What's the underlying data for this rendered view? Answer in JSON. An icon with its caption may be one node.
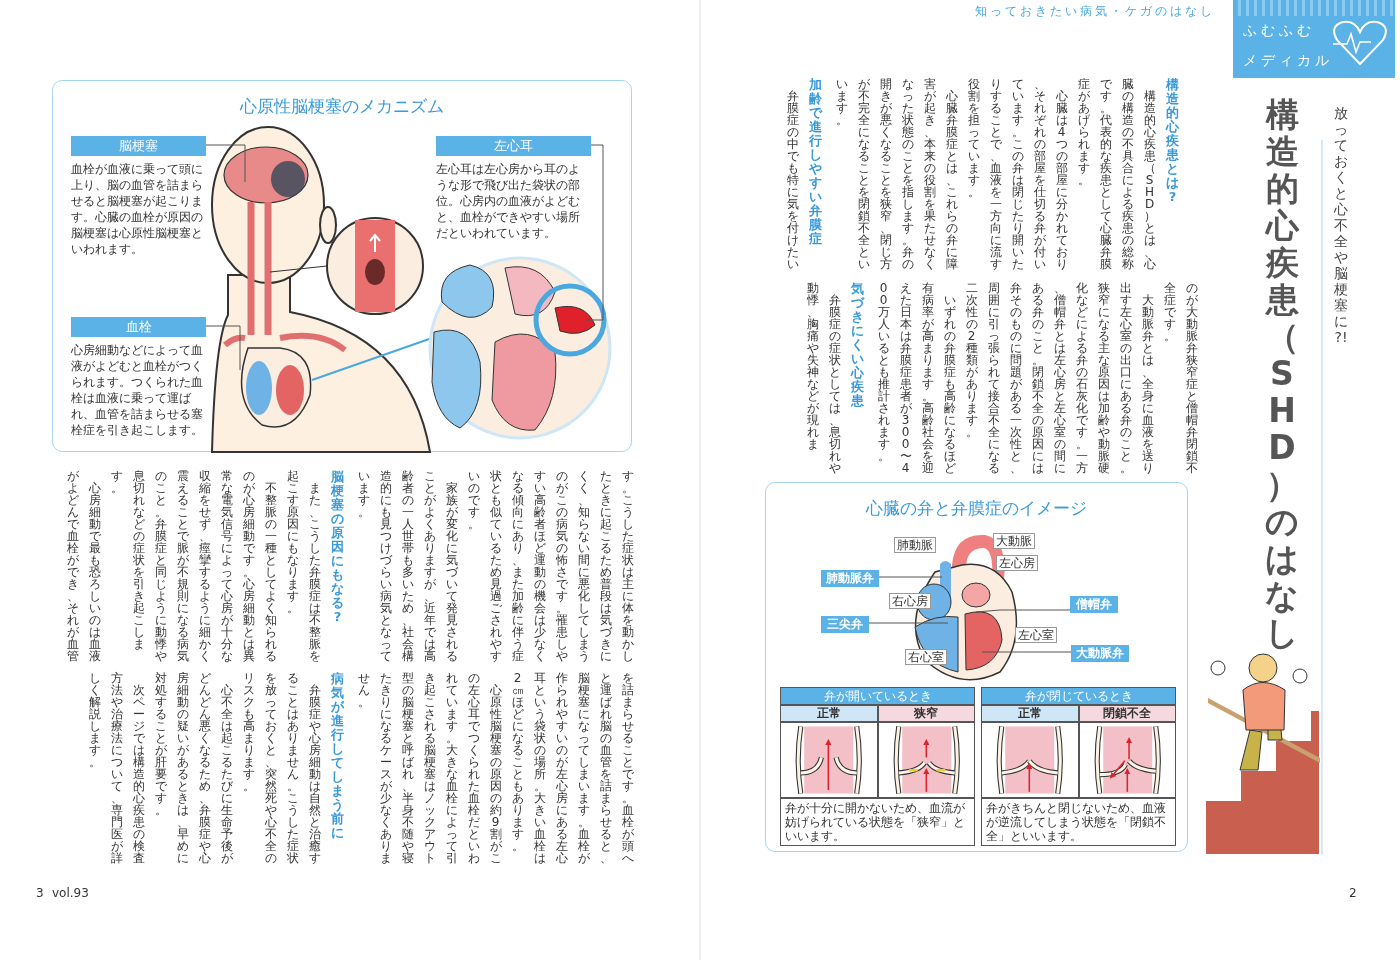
{
  "diagram": {
    "title": "構造的心疾患（SHD）のはなし",
    "nodes": [
      {
        "text": [
          "心原性脳梗塞のメカニズム"
        ]
      },
      {
        "text": [
          "脳梗塞",
          "血栓が血液に乗って頭に上り、脳の血管を詰まらせると脳梗塞が起こります。心臓の血栓が原因の脳梗塞は心原性脳梗塞といわれます。"
        ],
        "in": 0
      },
      {
        "text": [
          "左心耳",
          "左心耳は左心房から耳のような形で飛び出た袋状の部位。心房内の血液がよどむと、血栓ができやすい場所だといわれています。"
        ],
        "in": 0
      },
      {
        "text": [
          "血栓",
          "心房細動などによって血液がよどむと血栓がつくられます。つくられた血栓は血液に乗って運ばれ、血管を詰まらせる塞栓症を引き起こします。"
        ],
        "in": 0
      },
      {
        "text": [
          "心臓の弁と弁膜症のイメージ"
        ]
      },
      {
        "text": [
          "肺動脈"
        ],
        "in": 4
      },
      {
        "text": [
          "大動脈"
        ],
        "in": 4
      },
      {
        "text": [
          "肺動脈弁"
        ],
        "in": 4
      },
      {
        "text": [
          "左心房"
        ],
        "in": 4
      },
      {
        "text": [
          "僧帽弁"
        ],
        "in": 4
      },
      {
        "text": [
          "右心房"
        ],
        "in": 4
      },
      {
        "text": [
          "三尖弁"
        ],
        "in": 4
      },
      {
        "text": [
          "左心室"
        ],
        "in": 4
      },
      {
        "text": [
          "右心室"
        ],
        "in": 4
      },
      {
        "text": [
          "大動脈弁"
        ],
        "in": 4
      },
      {
        "text": [
          "ふむふむ",
          "メディカル"
        ]
      }
    ],
    "edges": [
      {
        "from": 1,
        "to": null,
        "arrow": "none"
      },
      {
        "from": 2,
        "to": null,
        "arrow": "none"
      },
      {
        "from": 3,
        "to": null,
        "arrow": "none"
      },
      {
        "from": 7,
        "to": null,
        "arrow": "none"
      },
      {
        "from": 11,
        "to": null,
        "arrow": "none"
      },
      {
        "from": 9,
        "to": null,
        "arrow": "none"
      },
      {
        "from": 14,
        "to": null,
        "arrow": "none"
      }
    ],
    "labels": [
      "知っておきたい病気・ケガのはなし",
      "放っておくと心不全や脳梗塞に!?",
      "構造的心疾患とは?",
      "構造的心疾患（SHD）とは、心臓の構造の不具合による疾患の総称です。代表的な疾患として心臓弁膜症があげられます。",
      "心臓は4つの部屋に分かれており、それぞれの部屋を仕切る弁が付いています。この弁は閉じたり開いたりすることで、血液を一方向に流す役割を担っています。",
      "心臓弁膜症とは、これらの弁に障害が起き、本来の役割を果たせなくなった状態のことを指します。弁の開きが悪くなることを狭窄、閉じ方が不完全になることを閉鎖不全といいます。",
      "加齢で進行しやすい弁膜症",
      "弁膜症の中でも特に気を付けたい",
      "のが大動脈弁狭窄症と僧帽弁閉鎖不全症です。",
      "大動脈弁とは、全身に血液を送り出す左心室の出口にある弁のこと。狭窄になる主な原因は加齢や動脈硬化などによる弁の石灰化です。一方、僧帽弁とは左心房と左心室の間にある弁のこと。閉鎖不全の原因には弁そのものに問題がある一次性と、周囲に引っ張られて接合不全になる二次性の2種類があります。",
      "いずれの弁膜症も高齢になるほど有病率が高まります。高齢社会を迎えた日本は弁膜症患者が300〜400万人いるとも推計されます。",
      "気づきにくい心疾患",
      "弁膜症の症状としては、息切れや動悸、胸痛や失神などが現れま",
      "す。こうした症状は主に体を動かしたときに起こるため普段は気づきにくく、知らない間に悪化してしまうのがこの病気の怖さです。罹患しやすい高齢者ほど運動の機会は少なくなる傾向にあり、また加齢に伴う症状とも似ているため見過ごされやすいのです。",
      "家族が変化に気づいて発見されることがよくありますが、近年では高齢者の一人世帯も多いため、社会構造的にも見つけづらい病気となっています。",
      "脳梗塞の原因にもなる?",
      "また、こうした弁膜症は不整脈を起こす原因にもなります。",
      "不整脈の一種としてよく知られるのが心房細動です。心房細動とは異常な電気信号によって心房が十分な収縮をせず、痙攣するように細かく震えることで脈が不規則になる病気のこと。弁膜症と同じように動悸や息切れなどの症状を引き起こします。",
      "心房細動で最も恐ろしいのは血液がよどんで血栓ができ、それが血管",
      "を詰まらせることです。血栓が頭へと運ばれ脳の血管を詰まらせると、脳梗塞になってしまいます。血栓が作られやすいのが左心房にある左心耳という袋状の場所。大きい血栓は2㎝ほどになることもあります。",
      "心原性脳梗塞の原因の約9割がこの左心耳でつくられた血栓だといわれています。大きな血栓によって引き起こされる脳梗塞はノックアウト型の脳梗塞と呼ばれ、半身不随や寝たきりになるケースが少なくありません。",
      "病気が進行してしまう前に",
      "弁膜症や心房細動は自然と治癒することはありません。こうした症状を放っておくと、突然死や心不全のリスクも高まります。",
      "心不全は起こるたびに生命予後がどんどん悪くなるため、弁膜症や心房細動の疑いがあるときは、早めに対処することが肝要です。",
      "次ページでは構造的心疾患の検査方法や治療法について、専門医が詳しく解説します。",
      "弁が開いているとき",
      "正常",
      "狭窄",
      "弁が十分に開かないため、血流が妨げられている状態を「狭窄」といいます。",
      "弁が閉じているとき",
      "正常",
      "閉鎖不全",
      "弁がきちんと閉じないため、血液が逆流してしまう状態を「閉鎖不全」といいます。",
      "3",
      "vol.93",
      "2"
    ]
  }
}
